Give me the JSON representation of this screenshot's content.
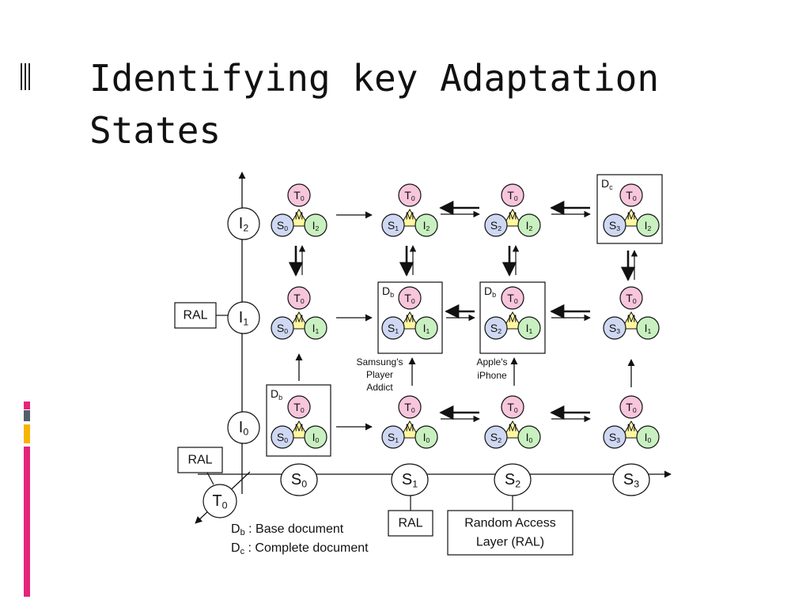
{
  "slide": {
    "title": "Identifying key Adaptation States",
    "colors": {
      "text": "#111111",
      "accent_pink": "#e5247b",
      "accent_orange": "#f7b400",
      "accent_gray": "#555f6b"
    }
  },
  "diagram": {
    "axis_labels": {
      "i0": "I0",
      "i1": "I1",
      "i2": "I2",
      "s0": "S0",
      "s1": "S1",
      "s2": "S2",
      "s3": "S3",
      "t0": "T0"
    },
    "node_letters": {
      "t": "T",
      "m": "M",
      "s": "S",
      "i": "I",
      "sub0": "0"
    },
    "box_labels": {
      "db": "Db",
      "dc": "Dc"
    },
    "ral": "RAL",
    "ral_box": {
      "line1": "Random Access",
      "line2": "Layer (RAL)"
    },
    "annotations": {
      "samsung": {
        "l1": "Samsung's",
        "l2": "Player",
        "l3": "Addict"
      },
      "apple": {
        "l1": "Apple's",
        "l2": "iPhone"
      }
    },
    "legend": {
      "db": "Db : Base document",
      "dc": "Dc : Complete document"
    },
    "colors": {
      "t_node": "#f8c6dc",
      "s_node": "#cfd8f2",
      "i_node": "#c9f0c0",
      "m_node": "#fff7a0"
    }
  }
}
